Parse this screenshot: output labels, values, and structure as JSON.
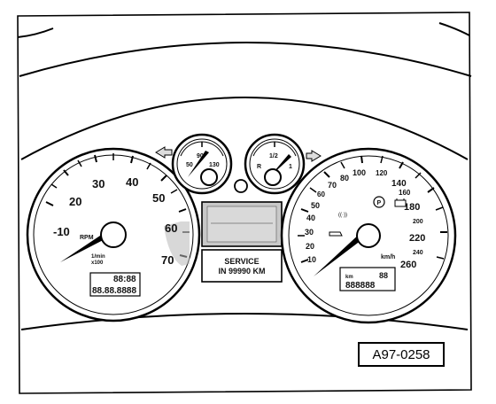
{
  "tach": {
    "ticks": [
      "-10",
      "20",
      "30",
      "40",
      "50",
      "60",
      "70"
    ],
    "rpm_label": "RPM",
    "unit_label": "1/min",
    "unit_label2": "x100",
    "display1": "88:88",
    "display2": "88.88.8888"
  },
  "fuel": {
    "top": "1/2",
    "left": "R",
    "right": "1"
  },
  "temp": {
    "top": "90",
    "left": "50",
    "right": "130"
  },
  "service": {
    "line1": "SERVICE",
    "line2": "IN 99990 KM"
  },
  "speedo": {
    "ticks": [
      "10",
      "20",
      "30",
      "40",
      "50",
      "60",
      "70",
      "80",
      "100",
      "120",
      "140",
      "160",
      "180",
      "200",
      "220",
      "240",
      "260"
    ],
    "unit": "km/h",
    "display1": "88",
    "display2": "888888",
    "display_label": "km"
  },
  "figure_ref": "A97-0258"
}
